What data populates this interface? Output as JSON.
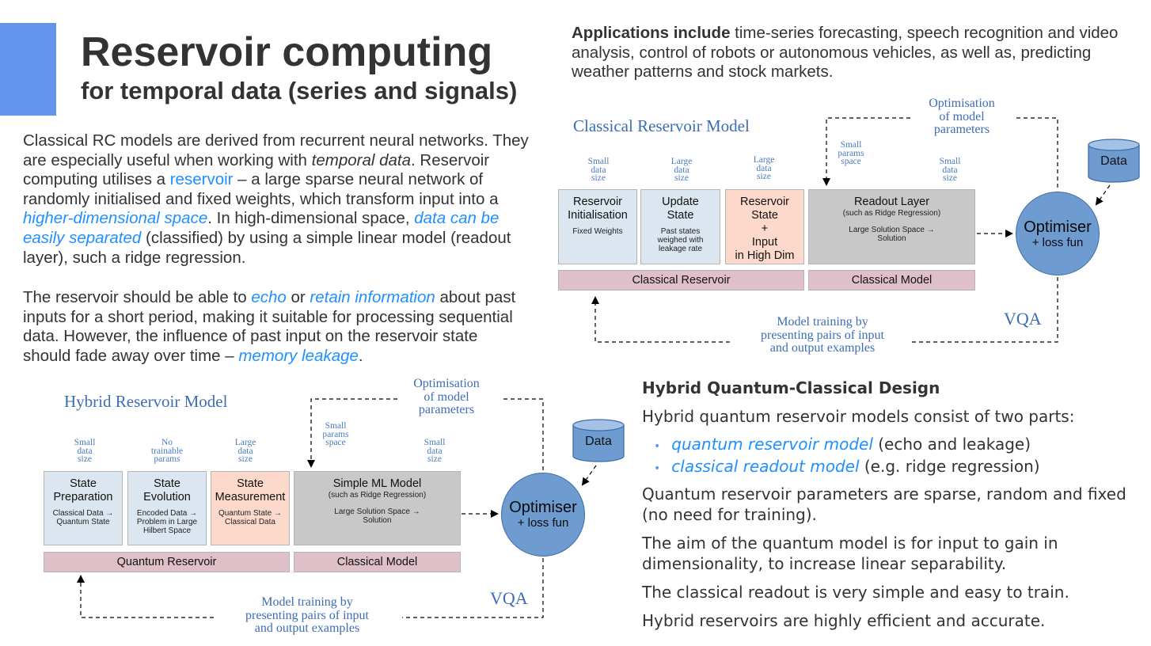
{
  "header": {
    "title": "Reservoir computing",
    "subtitle": "for temporal data (series and signals)"
  },
  "colors": {
    "accent": "#6495ed",
    "link": "#1e90ff",
    "diagram_text": "#3c6eb4",
    "box_blue": "#dce6f0",
    "box_peach": "#fdd9cc",
    "box_grey": "#c8c8c8",
    "bar_pink": "#e0c0c8",
    "optimiser": "#6e9bd0"
  },
  "intro": {
    "p1": {
      "s1": "Classical RC models are derived from recurrent neural networks. They are especially useful when working with ",
      "temporal": "temporal data",
      "s2": ". Reservoir computing utilises a ",
      "reservoir": "reservoir",
      "s3": " – a large sparse neural network of randomly initialised and fixed weights, which transform input into a ",
      "higher": "higher-dimensional space",
      "s4": ". In high-dimensional space, ",
      "separated": "data can be easily separated",
      "s5": " (classified) by using a simple linear model (readout layer), such a ridge regression."
    },
    "p2": {
      "s1": "The reservoir should be able to ",
      "echo": "echo",
      "s2": " or ",
      "retain": "retain information",
      "s3": " about past inputs for a short period, making it suitable for processing sequential data. However, the influence of past input on the reservoir state should fade away over time – ",
      "leakage": "memory leakage",
      "s4": "."
    }
  },
  "applications": {
    "bold": "Applications include",
    "text": " time-series forecasting, speech recognition and video analysis, control of robots or autonomous vehicles, as well as, predicting weather patterns and stock markets."
  },
  "classical_diagram": {
    "title": "Classical Reservoir Model",
    "optimisation_label": [
      "Optimisation",
      "of model",
      "parameters"
    ],
    "small_params": [
      "Small",
      "params",
      "space"
    ],
    "size_labels": [
      [
        "Small",
        "data",
        "size"
      ],
      [
        "Large",
        "data",
        "size"
      ],
      [
        "Large",
        "data",
        "size"
      ],
      [
        "Small",
        "data",
        "size"
      ]
    ],
    "boxes": [
      {
        "title": [
          "Reservoir",
          "Initialisation"
        ],
        "sub": [
          "Fixed Weights"
        ]
      },
      {
        "title": [
          "Update",
          "State"
        ],
        "sub": [
          "Past states",
          "weighed with",
          "leakage rate"
        ]
      },
      {
        "title": [
          "Reservoir",
          "State",
          "+",
          "Input",
          "in High Dim"
        ],
        "sub": []
      },
      {
        "title": [
          "Readout Layer"
        ],
        "note": "(such as Ridge Regression)",
        "sub": [
          "Large Solution Space →",
          "Solution"
        ]
      }
    ],
    "bars": [
      "Classical Reservoir",
      "Classical Model"
    ],
    "data_label": "Data",
    "optimiser": {
      "big": "Optimiser",
      "small": "+ loss fun"
    },
    "training_label": [
      "Model training by",
      "presenting pairs of input",
      "and output examples"
    ],
    "vqa": "VQA"
  },
  "hybrid_diagram": {
    "title": "Hybrid Reservoir Model",
    "optimisation_label": [
      "Optimisation",
      "of model",
      "parameters"
    ],
    "small_params": [
      "Small",
      "params",
      "space"
    ],
    "size_labels": [
      [
        "Small",
        "data",
        "size"
      ],
      [
        "No",
        "trainable",
        "params"
      ],
      [
        "Large",
        "data",
        "size"
      ],
      [
        "Small",
        "data",
        "size"
      ]
    ],
    "boxes": [
      {
        "title": [
          "State",
          "Preparation"
        ],
        "sub": [
          "Classical Data →",
          "Quantum State"
        ]
      },
      {
        "title": [
          "State",
          "Evolution"
        ],
        "sub": [
          "Encoded Data →",
          "Problem in Large",
          "Hilbert Space"
        ]
      },
      {
        "title": [
          "State",
          "Measurement"
        ],
        "sub": [
          "Quantum State →",
          "Classical Data"
        ]
      },
      {
        "title": [
          "Simple ML Model"
        ],
        "note": "(such as Ridge Regression)",
        "sub": [
          "Large Solution Space →",
          "Solution"
        ]
      }
    ],
    "bars": [
      "Quantum Reservoir",
      "Classical Model"
    ],
    "data_label": "Data",
    "optimiser": {
      "big": "Optimiser",
      "small": "+ loss fun"
    },
    "training_label": [
      "Model training by",
      "presenting pairs of input",
      "and output examples"
    ],
    "vqa": "VQA"
  },
  "hybrid_design": {
    "heading": "Hybrid Quantum-Classical Design",
    "intro": "Hybrid quantum reservoir models consist of two parts:",
    "bullets": [
      {
        "em": "quantum reservoir model",
        "rest": " (echo and leakage)"
      },
      {
        "em": "classical readout model",
        "rest": " (e.g. ridge regression)"
      }
    ],
    "paragraphs": [
      "Quantum reservoir parameters are sparse, random and fixed (no need for training).",
      "The aim of the quantum model is for input to gain in dimensionality, to increase linear separability.",
      "The classical readout is very simple and easy to train.",
      "Hybrid reservoirs are highly efficient and accurate."
    ]
  }
}
